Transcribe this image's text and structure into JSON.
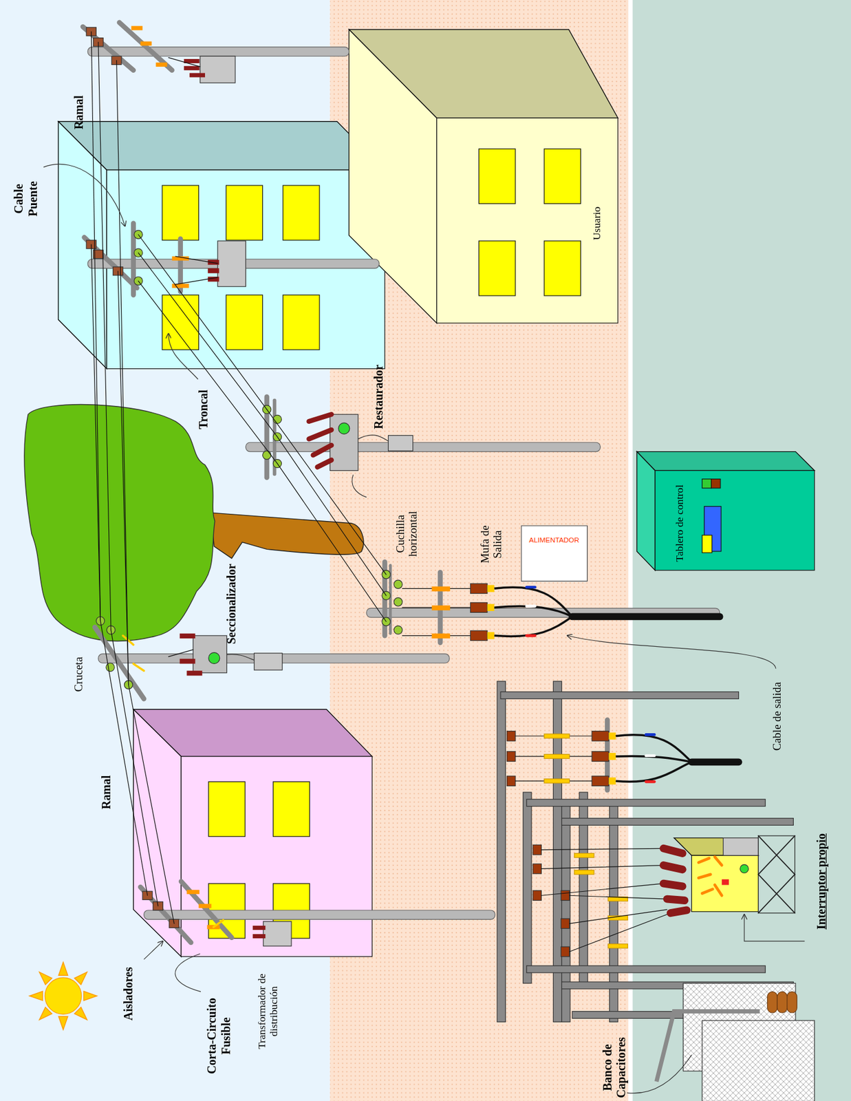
{
  "diagram": {
    "nodes": [
      {
        "text": [
          "Usuario"
        ]
      },
      {
        "text": [
          "ALIMENTADOR"
        ]
      },
      {
        "text": [
          "Tablero de control"
        ]
      }
    ],
    "labels": [
      "Ramal",
      "Cable Puente",
      "Troncal",
      "Restaurador",
      "Cuchilla horizontal",
      "Mufa de Salida",
      "Seccionalizador",
      "Cruceta",
      "Ramal",
      "Aisladores",
      "Corta-Circuito Fusible",
      "Transformador de distribución",
      "Cable de salida",
      "Interruptor propio",
      "Banco de Capacitores"
    ]
  }
}
